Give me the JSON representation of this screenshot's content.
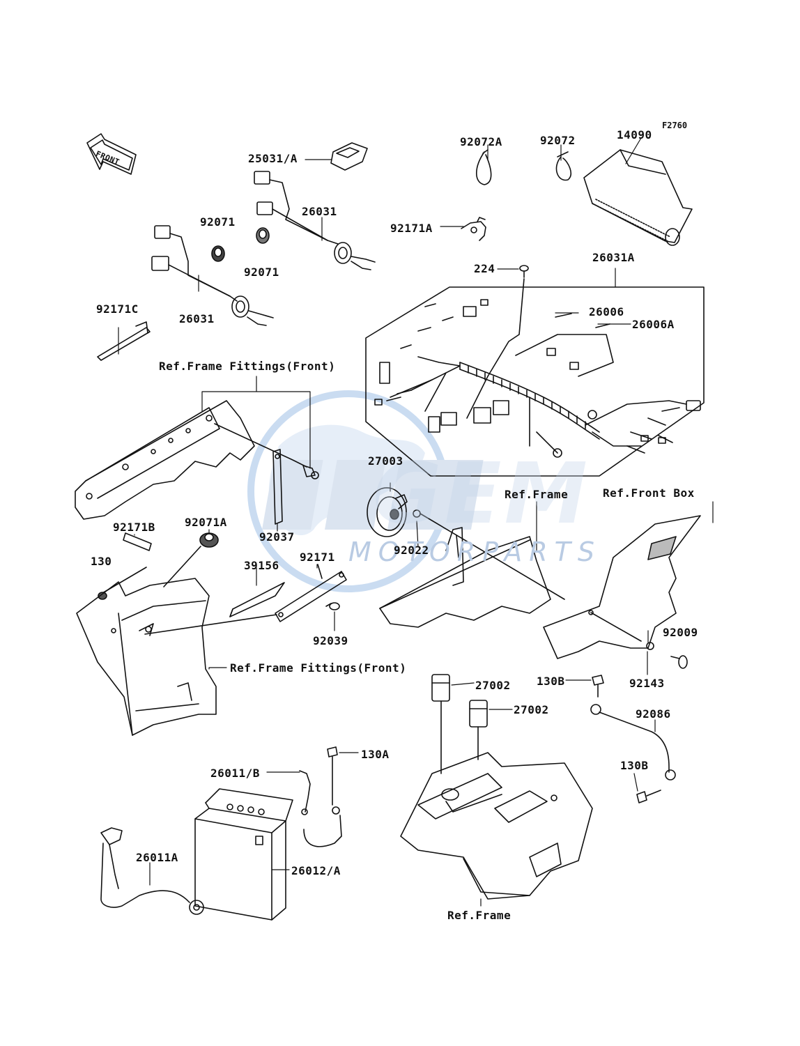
{
  "drawing_code": "F2760",
  "front_arrow_label": "FRONT",
  "watermark": {
    "top": "GEM",
    "bottom": "MOTORPARTS"
  },
  "labels": {
    "p25031A": "25031/A",
    "p26031_top": "26031",
    "p92071_a": "92071",
    "p92071_b": "92071",
    "p26031_left": "26031",
    "p92171C": "92171C",
    "p92072A": "92072A",
    "p92072": "92072",
    "p14090": "14090",
    "p92171A": "92171A",
    "p224": "224",
    "p26031A": "26031A",
    "p26006": "26006",
    "p26006A": "26006A",
    "ref_ff_top": "Ref.Frame Fittings(Front)",
    "p27003": "27003",
    "ref_frame_mid": "Ref.Frame",
    "ref_front_box": "Ref.Front Box",
    "p92171B": "92171B",
    "p92071A": "92071A",
    "p92037": "92037",
    "p92022": "92022",
    "p130": "130",
    "p39156": "39156",
    "p92171": "92171",
    "p92039": "92039",
    "p92009": "92009",
    "p92143": "92143",
    "ref_ff_bottom": "Ref.Frame Fittings(Front)",
    "p27002_a": "27002",
    "p130B_a": "130B",
    "p27002_b": "27002",
    "p92086": "92086",
    "p130A": "130A",
    "p26011B": "26011/B",
    "p130B_b": "130B",
    "p26011A": "26011A",
    "p26012A": "26012/A",
    "ref_frame_bottom": "Ref.Frame"
  }
}
